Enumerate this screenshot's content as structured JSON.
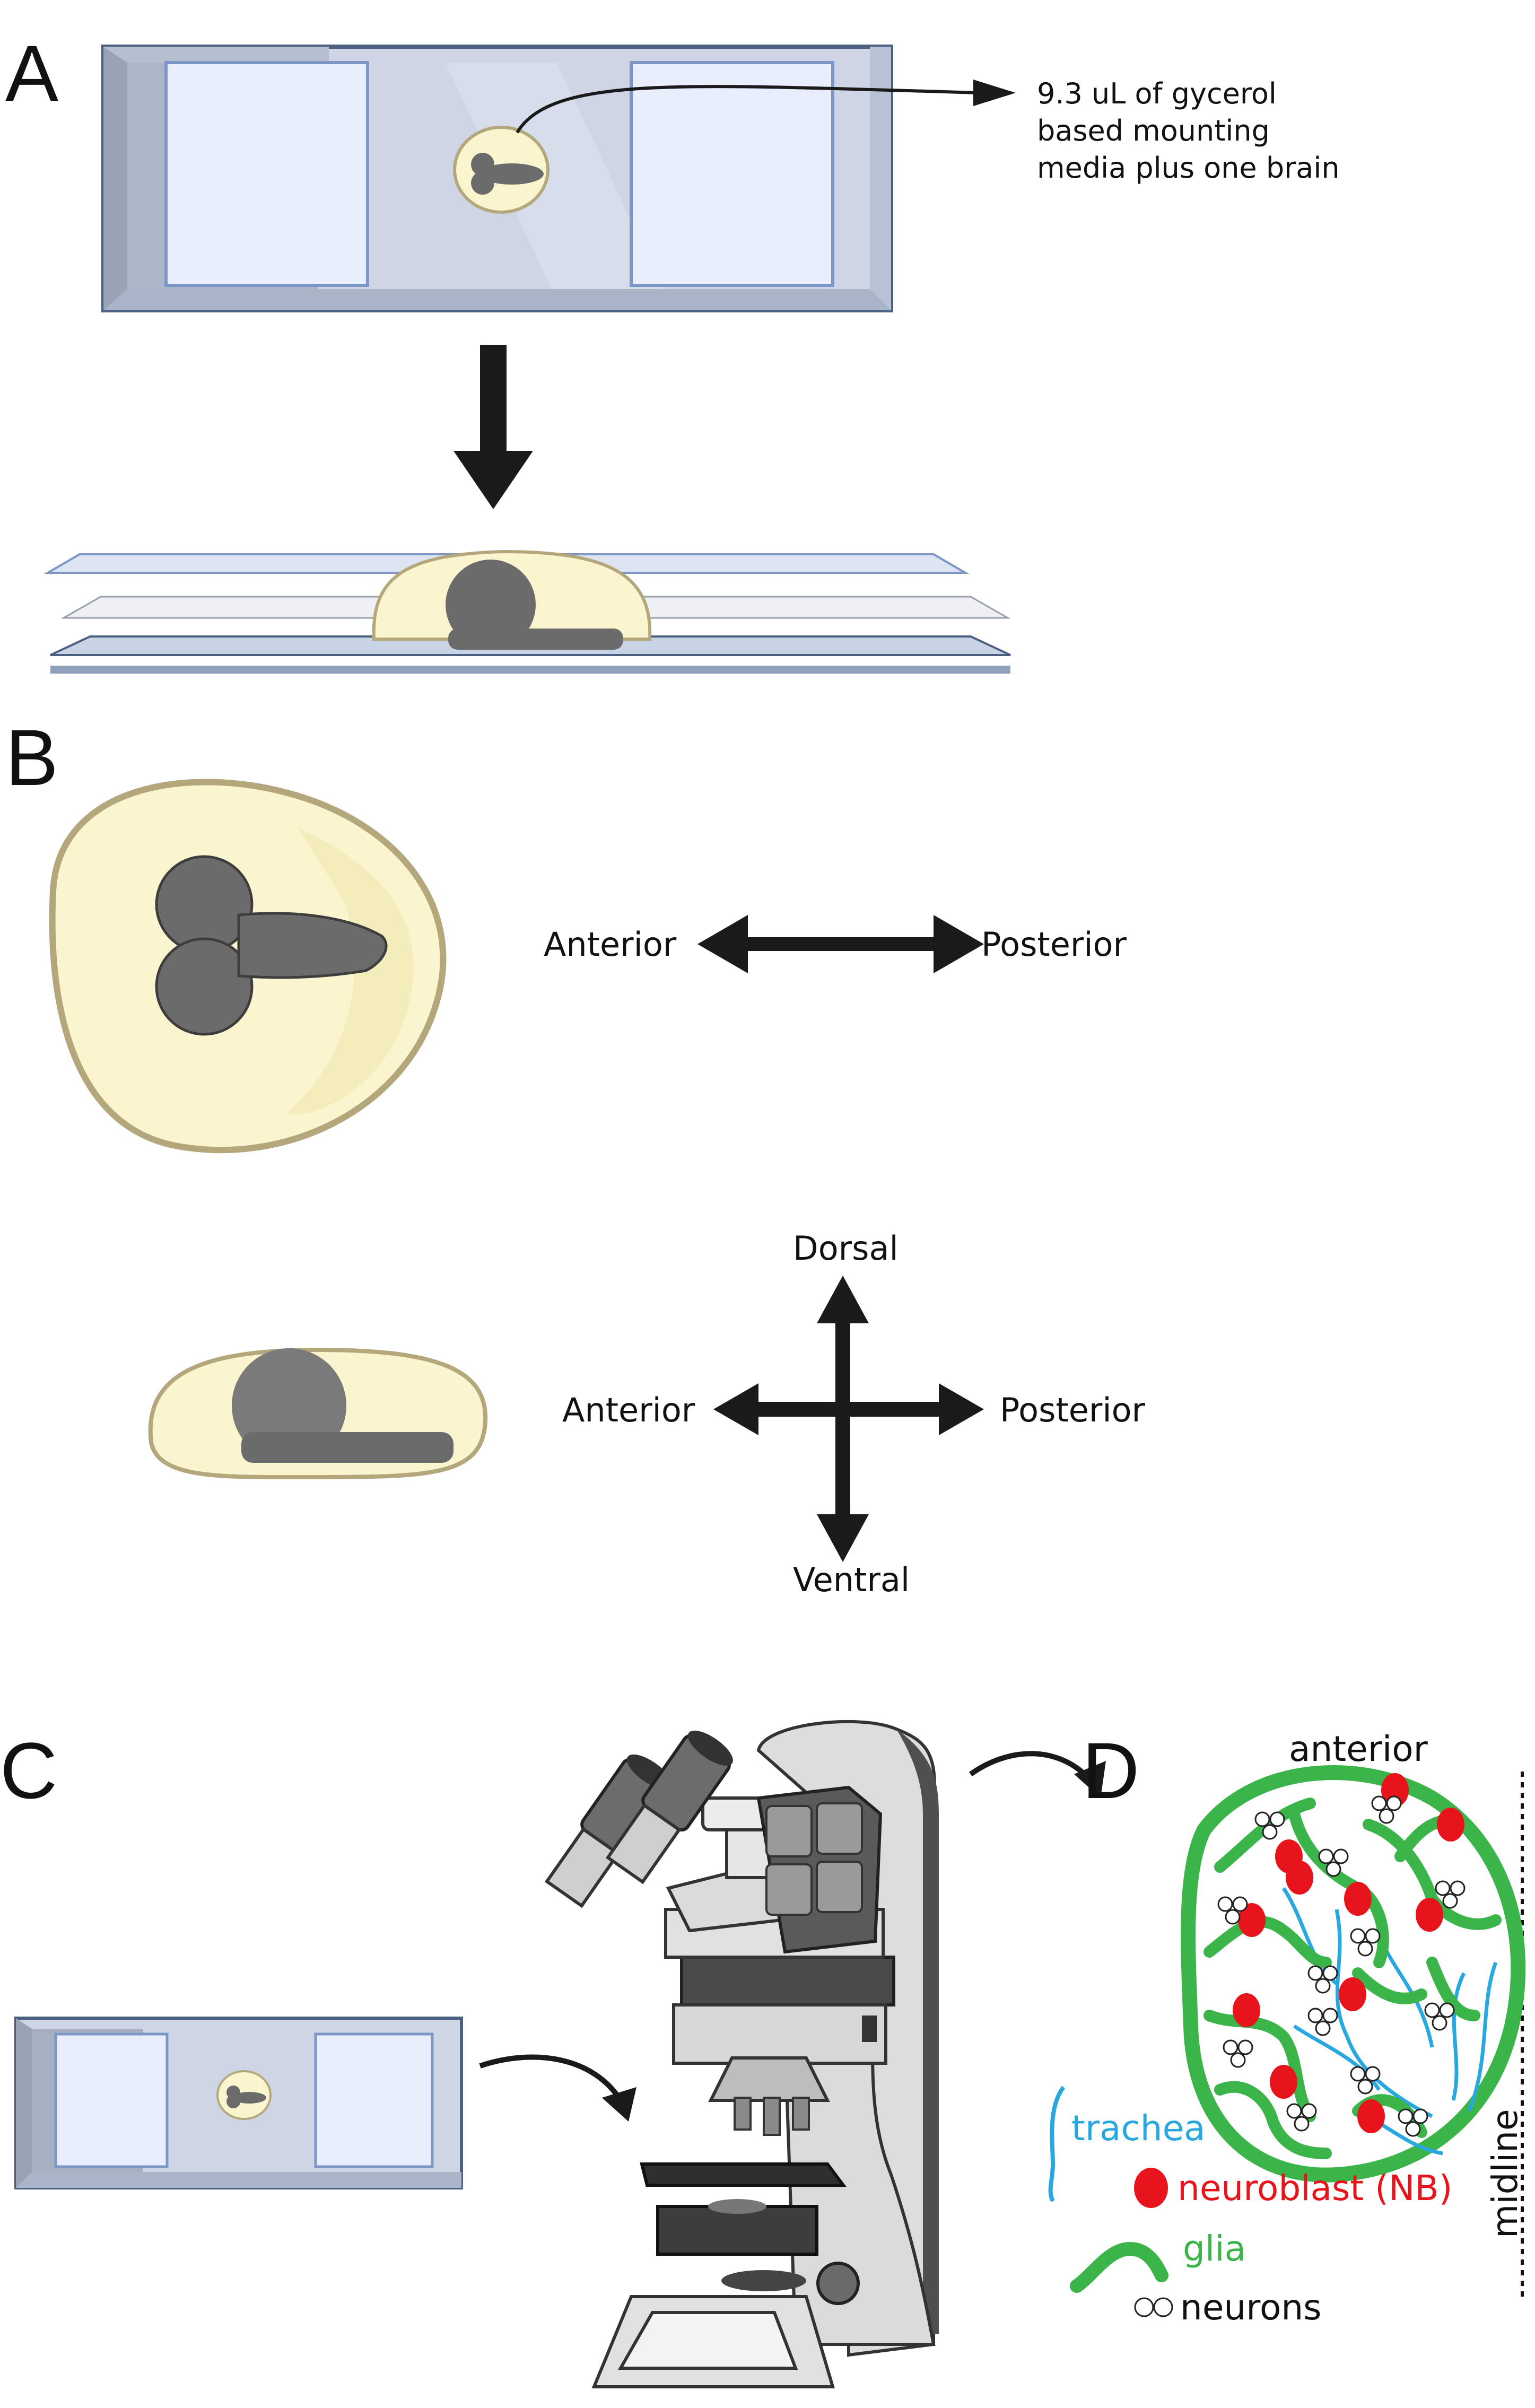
{
  "panels": {
    "a": "A",
    "b": "B",
    "c": "C",
    "d": "D"
  },
  "panel_a": {
    "note_lines": [
      "9.3 uL of gycerol",
      "based mounting",
      "media plus one brain"
    ]
  },
  "panel_b": {
    "top_axis": {
      "left": "Anterior",
      "right": "Posterior"
    },
    "cross_axis": {
      "up": "Dorsal",
      "down": "Ventral",
      "left": "Anterior",
      "right": "Posterior"
    }
  },
  "panel_d": {
    "title": "anterior",
    "midline": "midline",
    "legend": {
      "trachea": "trachea",
      "neuroblast": "neuroblast (NB)",
      "glia": "glia",
      "neurons": "neurons"
    }
  },
  "colors": {
    "slide_blue": "#c9d3e6",
    "slide_edge": "#4a5f82",
    "slide_dark": "#8a94a6",
    "coverslip": "#e8eefb",
    "coverslip_edge": "#7e95c7",
    "media_fill": "#fbf5cf",
    "media_edge": "#b5a77c",
    "brain": "#6b6b6b",
    "arrow": "#1a1a1a",
    "trachea": "#29a8e0",
    "neuroblast": "#e8141c",
    "glia": "#3bb54a",
    "neuron_stroke": "#222222"
  }
}
